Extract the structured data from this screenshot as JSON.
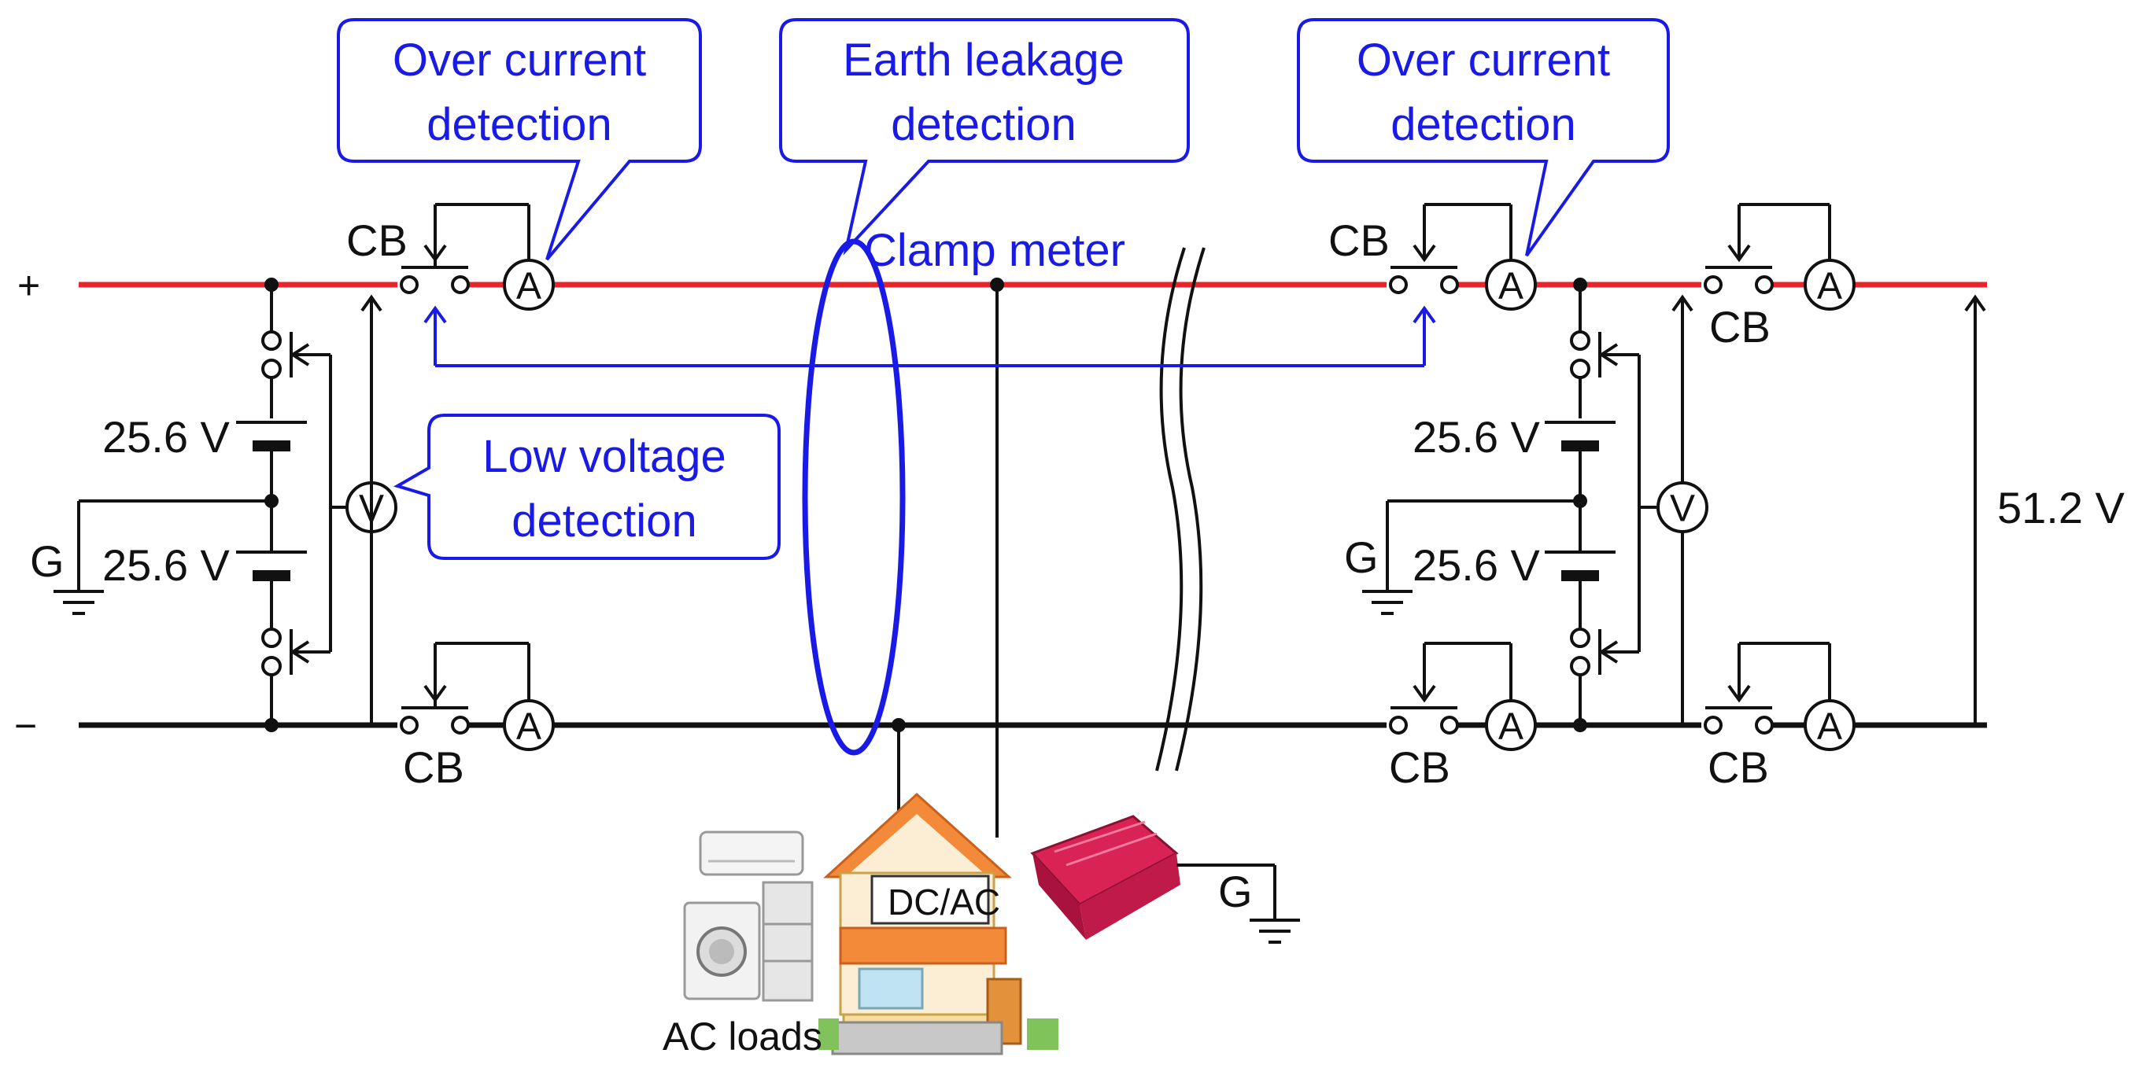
{
  "rails": {
    "plus_sign": "+",
    "minus_sign": "−",
    "plus_color": "#e8252a",
    "minus_color": "#111111"
  },
  "callouts": {
    "over_current_left": [
      "Over current",
      "detection"
    ],
    "earth_leakage": [
      "Earth leakage",
      "detection"
    ],
    "over_current_right": [
      "Over current",
      "detection"
    ],
    "low_voltage": [
      "Low voltage",
      "detection"
    ],
    "clamp_meter": "Clamp meter",
    "color": "#1a1ae6"
  },
  "labels": {
    "cb": "CB",
    "ammeter": "A",
    "voltmeter": "V",
    "ground": "G",
    "battery_voltage": "25.6 V",
    "system_voltage": "51.2 V",
    "ac_loads": "AC loads",
    "inverter": "DC/AC"
  },
  "icons": {
    "air_conditioner": "air-conditioner-icon",
    "washing_machine": "washing-machine-icon",
    "refrigerator": "refrigerator-icon",
    "house": "house-icon",
    "inverter": "inverter-icon"
  }
}
